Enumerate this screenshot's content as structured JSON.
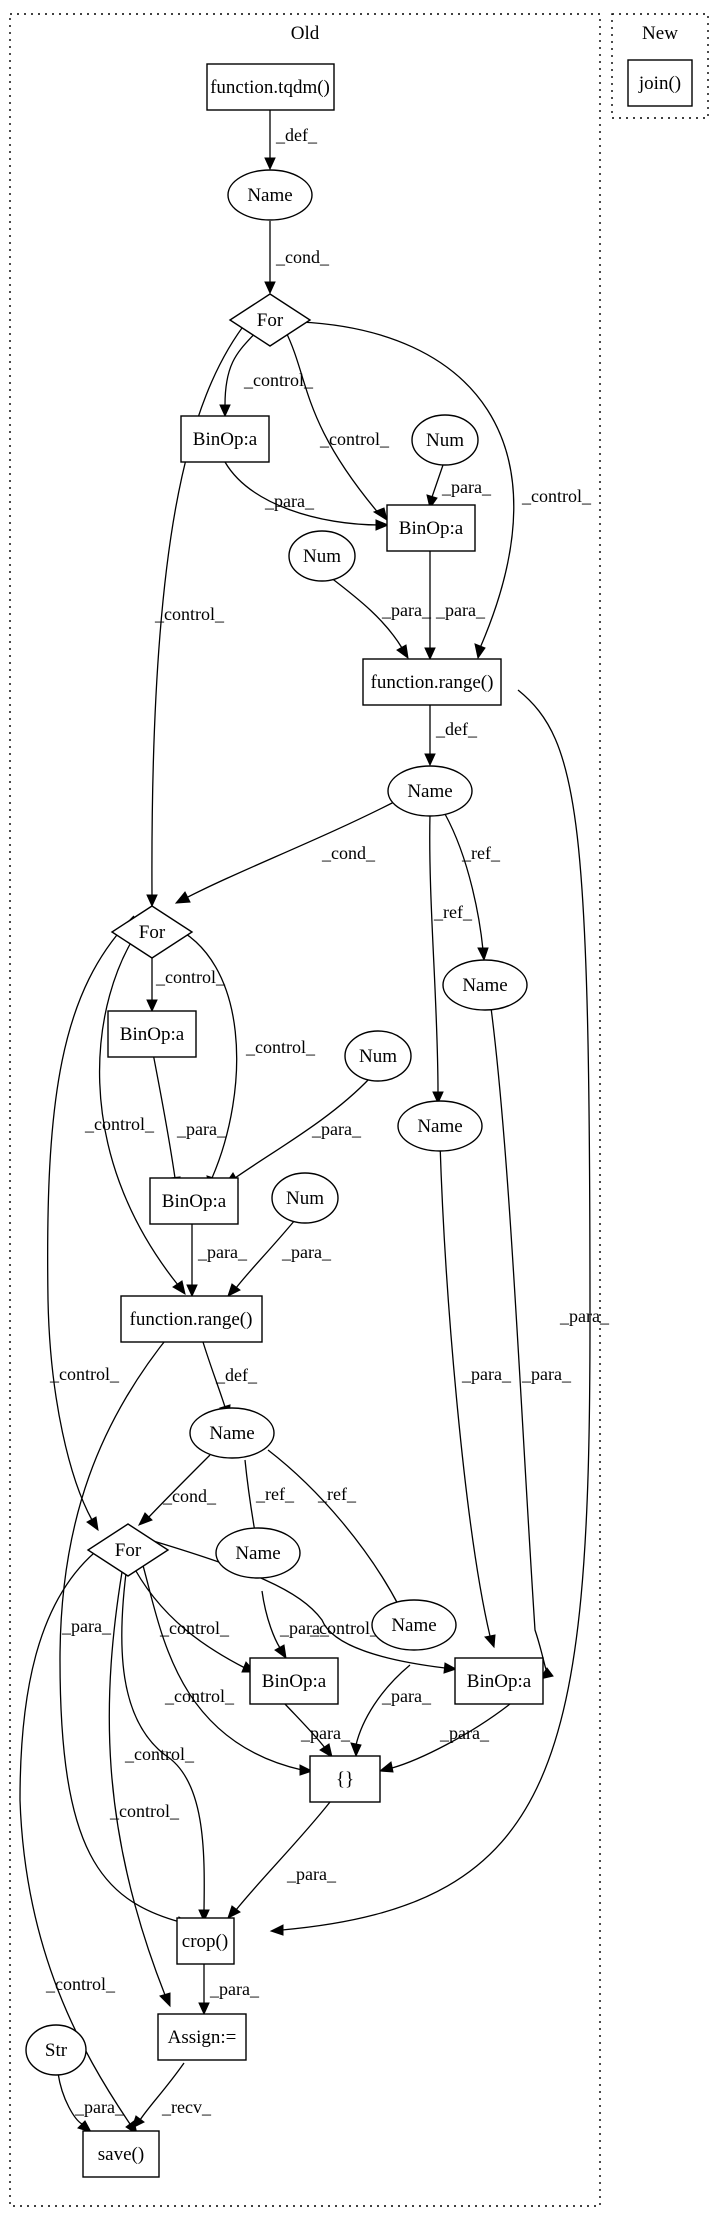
{
  "clusters": {
    "old": {
      "label": "Old"
    },
    "new": {
      "label": "New"
    }
  },
  "nodes": {
    "tqdm": "function.tqdm()",
    "name1": "Name",
    "for1": "For",
    "binop1": "BinOp:a",
    "num1": "Num",
    "binop2": "BinOp:a",
    "num2": "Num",
    "range1": "function.range()",
    "name2": "Name",
    "for2": "For",
    "name3": "Name",
    "binop3": "BinOp:a",
    "num3": "Num",
    "name4": "Name",
    "binop4": "BinOp:a",
    "num4": "Num",
    "range2": "function.range()",
    "name5": "Name",
    "for3": "For",
    "name6": "Name",
    "name7": "Name",
    "binop5": "BinOp:a",
    "binop6": "BinOp:a",
    "braces": "{}",
    "crop": "crop()",
    "assign": "Assign:=",
    "str": "Str",
    "save": "save()",
    "join": "join()"
  },
  "edges": [
    {
      "id": "e1",
      "label": "_def_"
    },
    {
      "id": "e2",
      "label": "_cond_"
    },
    {
      "id": "e3",
      "label": "_control_"
    },
    {
      "id": "e4",
      "label": "_control_"
    },
    {
      "id": "e5",
      "label": "_control_"
    },
    {
      "id": "e6",
      "label": "_control_"
    },
    {
      "id": "e7",
      "label": "_para_"
    },
    {
      "id": "e8",
      "label": "_para_"
    },
    {
      "id": "e9",
      "label": "_para_"
    },
    {
      "id": "e10",
      "label": "_para_"
    },
    {
      "id": "e11",
      "label": "_def_"
    },
    {
      "id": "e12",
      "label": "_para_"
    },
    {
      "id": "e13",
      "label": "_cond_"
    },
    {
      "id": "e14",
      "label": "_ref_"
    },
    {
      "id": "e15",
      "label": "_ref_"
    },
    {
      "id": "e16",
      "label": "_control_"
    },
    {
      "id": "e17",
      "label": "_control_"
    },
    {
      "id": "e18",
      "label": "_control_"
    },
    {
      "id": "e19",
      "label": "_control_"
    },
    {
      "id": "e20",
      "label": "_para_"
    },
    {
      "id": "e21",
      "label": "_para_"
    },
    {
      "id": "e22",
      "label": "_para_"
    },
    {
      "id": "e23",
      "label": "_para_"
    },
    {
      "id": "e24",
      "label": "_para_"
    },
    {
      "id": "e25",
      "label": "_para_"
    },
    {
      "id": "e26",
      "label": "_def_"
    },
    {
      "id": "e27",
      "label": "_para_"
    },
    {
      "id": "e28",
      "label": "_cond_"
    },
    {
      "id": "e29",
      "label": "_ref_"
    },
    {
      "id": "e30",
      "label": "_ref_"
    },
    {
      "id": "e31",
      "label": "_control_"
    },
    {
      "id": "e32",
      "label": "_control_"
    },
    {
      "id": "e33",
      "label": "_control_"
    },
    {
      "id": "e34",
      "label": "_control_"
    },
    {
      "id": "e35",
      "label": "_control_"
    },
    {
      "id": "e36",
      "label": "_control_"
    },
    {
      "id": "e37",
      "label": "_para_"
    },
    {
      "id": "e38",
      "label": "_para_"
    },
    {
      "id": "e39",
      "label": "_para_"
    },
    {
      "id": "e40",
      "label": "_para_"
    },
    {
      "id": "e41",
      "label": "_para_"
    },
    {
      "id": "e42",
      "label": "_para_"
    },
    {
      "id": "e43",
      "label": "_para_"
    },
    {
      "id": "e44",
      "label": "_para_"
    },
    {
      "id": "e45",
      "label": "_recv_"
    }
  ]
}
